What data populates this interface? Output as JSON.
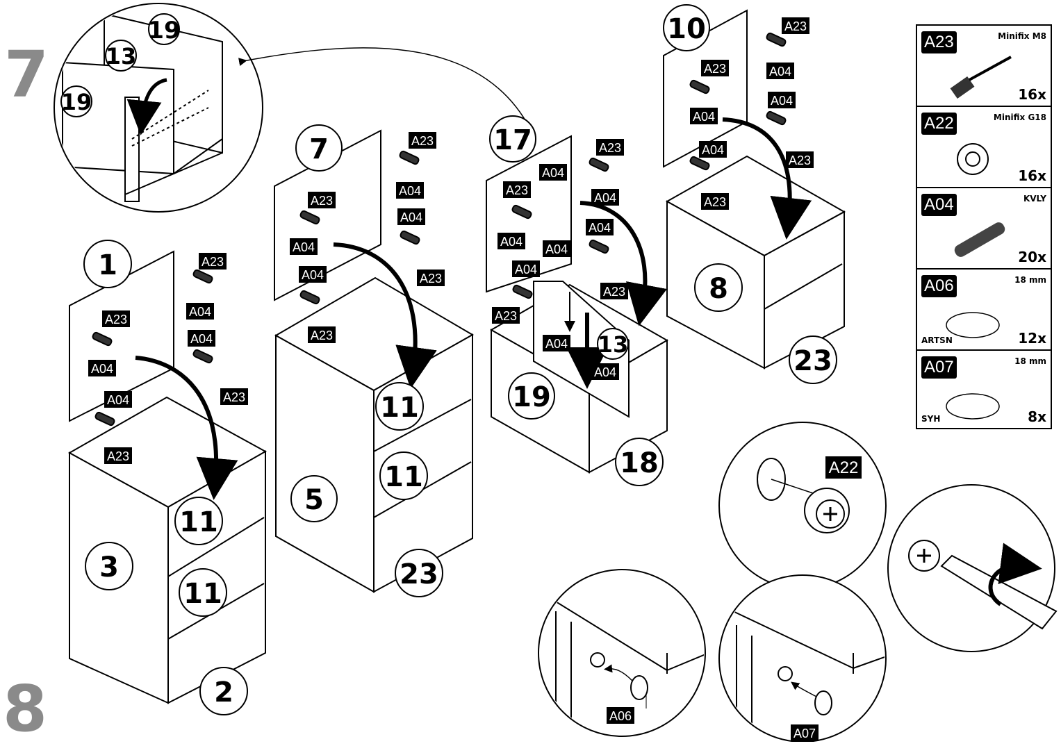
{
  "steps": {
    "top": "7",
    "bottom": "8"
  },
  "parts": {
    "p1": "1",
    "p2": "2",
    "p3": "3",
    "p5": "5",
    "p7": "7",
    "p8": "8",
    "p10": "10",
    "p11": "11",
    "p13": "13",
    "p17": "17",
    "p18": "18",
    "p19": "19",
    "p23": "23"
  },
  "hardware_codes": {
    "a23": "A23",
    "a22": "A22",
    "a04": "A04",
    "a06": "A06",
    "a07": "A07"
  },
  "legend": [
    {
      "code": "A23",
      "name": "Minifix M8",
      "qty": "16x",
      "sub": ""
    },
    {
      "code": "A22",
      "name": "Minifix G18",
      "qty": "16x",
      "sub": ""
    },
    {
      "code": "A04",
      "name": "KVLY",
      "qty": "20x",
      "sub": ""
    },
    {
      "code": "A06",
      "name": "18 mm",
      "qty": "12x",
      "sub": "ARTSN"
    },
    {
      "code": "A07",
      "name": "18 mm",
      "qty": "8x",
      "sub": "SYH"
    }
  ]
}
